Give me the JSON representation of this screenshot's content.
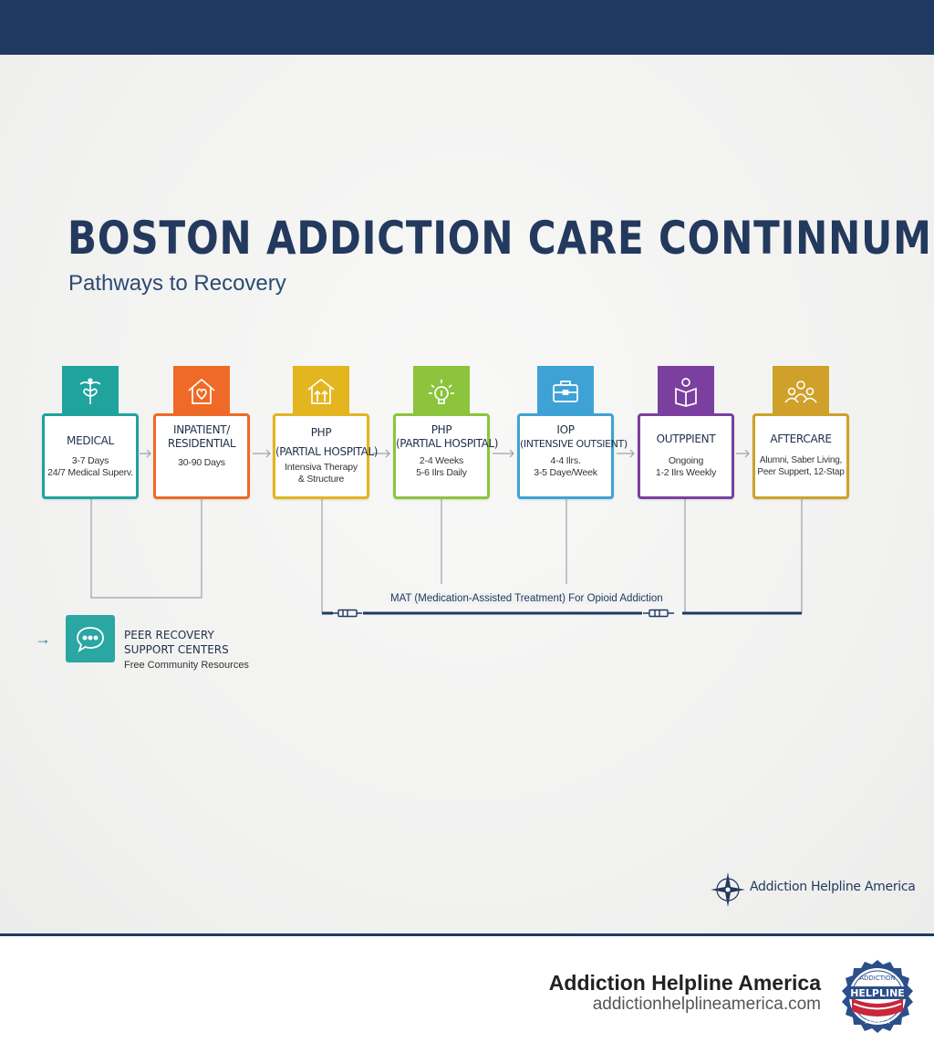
{
  "header": {
    "title": "BOSTON ADDICTION CARE CONTINNUM",
    "subtitle": "Pathways to Recovery"
  },
  "stages": [
    {
      "id": "medical",
      "icon": "caduceus-icon",
      "color": "#1fa39c",
      "title": "MEDICAL",
      "title2": "",
      "detail1": "3-7 Days",
      "detail2": "24/7 Medical Superv."
    },
    {
      "id": "inpatient",
      "icon": "home-heart-icon",
      "color": "#ef6a26",
      "title": "INPATIENT/",
      "title2": "RESIDENTIAL",
      "detail1": "30-90 Days",
      "detail2": ""
    },
    {
      "id": "php-1",
      "icon": "house-arrows-icon",
      "color": "#e3b51f",
      "title": "PHP",
      "title2": "(PARTIAL HOSPITAL)",
      "detail1": "Intensiva Therapy",
      "detail2": "& Structure"
    },
    {
      "id": "php-2",
      "icon": "lightbulb-icon",
      "color": "#8cc43c",
      "title": "PHP",
      "title2": "(PARTIAL HOSPITAL)",
      "detail1": "2-4 Weeks",
      "detail2": "5-6 Ilrs Daily"
    },
    {
      "id": "iop",
      "icon": "briefcase-icon",
      "color": "#3ea2d6",
      "title": "IOP",
      "title2": "(INTENSIVE OUTSIENT)",
      "detail1": "4-4 Ilrs.",
      "detail2": "3-5 Daye/Week"
    },
    {
      "id": "outpatient",
      "icon": "reading-person-icon",
      "color": "#7b3fa0",
      "title": "OUTPPIENT",
      "title2": "",
      "detail1": "Ongoing",
      "detail2": "1-2 Ilrs Weekly"
    },
    {
      "id": "aftercare",
      "icon": "group-icon",
      "color": "#cfa12a",
      "title": "AFTERCARE",
      "title2": "",
      "detail1": "Alumni, Saber Living,",
      "detail2": "Peer Suppert, 12-Stap"
    }
  ],
  "mat": {
    "label": "MAT (Medication-Assisted Treatment) For Opioid Addiction"
  },
  "peer": {
    "line1": "PEER RECOVERY",
    "line2": "SUPPORT CENTERS",
    "sub": "Free Community Resources",
    "icon": "chat-bubble-icon",
    "color": "#2aa6a3"
  },
  "watermark": {
    "text": "Addiction Helpline America",
    "icon": "compass-star-icon"
  },
  "footer": {
    "name": "Addiction Helpline America",
    "url": "addictionhelplineamerica.com",
    "badge_top": "ADDICTION",
    "badge_main": "HELPLINE",
    "badge_bottom": "AMERICA"
  }
}
